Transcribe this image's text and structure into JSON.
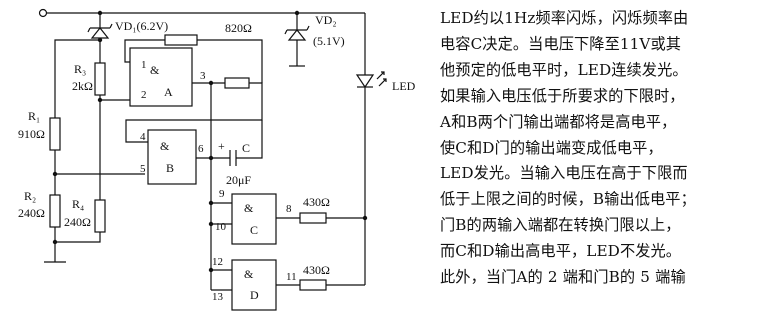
{
  "schematic": {
    "components": {
      "vd1": "VD₁(6.2V)",
      "vd2": "VD₂",
      "vd2_value": "(5.1V)",
      "r820": "820Ω",
      "r3": "R₃",
      "r3_value": "2kΩ",
      "r1_top": "R₁",
      "r1_top_value": "910Ω",
      "r2": "R₂",
      "r2_value": "240Ω",
      "r4": "R₄",
      "r4_value": "240Ω",
      "cap_c": "C",
      "cap_value": "20μF",
      "cap_plus": "+",
      "r430_c": "430Ω",
      "r430_d": "430Ω",
      "led": "LED"
    },
    "gates": {
      "a": {
        "symbol": "&",
        "name": "A",
        "pin_in1": "1",
        "pin_in2": "2",
        "pin_out": "3"
      },
      "b": {
        "symbol": "&",
        "name": "B",
        "pin_in1": "4",
        "pin_in2": "5",
        "pin_out": "6"
      },
      "c": {
        "symbol": "&",
        "name": "C",
        "pin_in1": "9",
        "pin_in2": "10",
        "pin_out": "8"
      },
      "d": {
        "symbol": "&",
        "name": "D",
        "pin_in1": "12",
        "pin_in2": "13",
        "pin_out": "11"
      }
    }
  },
  "description": {
    "lines": [
      "LED约以1Hz频率闪烁，闪烁频率由",
      "电容C决定。当电压下降至11V或其",
      "他预定的低电平时，LED连续发光。",
      "如果输入电压低于所要求的下限时，",
      "A和B两个门输出端都将是高电平，",
      "使C和D门的输出端变成低电平，",
      "LED发光。当输入电压在高于下限而",
      "低于上限之间的时候，B输出低电平；",
      "门B的两输入端都在转换门限以上，",
      "而C和D输出高电平，LED不发光。",
      "此外，当门A的 2 端和门B的 5 端输"
    ]
  }
}
